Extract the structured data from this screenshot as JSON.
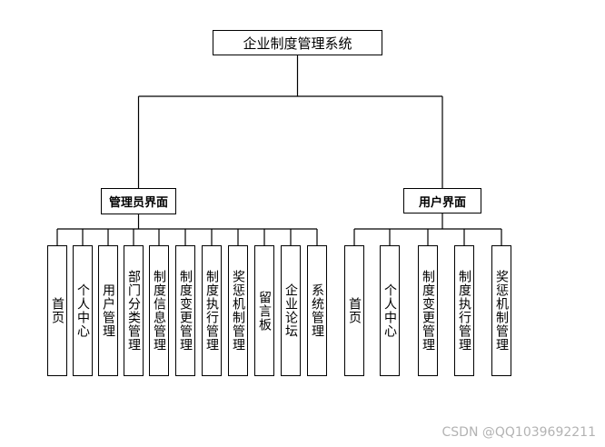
{
  "title": "企业制度管理系统",
  "branches": [
    {
      "label": "管理员界面",
      "items": [
        "首页",
        "个人中心",
        "用户管理",
        "部门分类管理",
        "制度信息管理",
        "制度变更管理",
        "制度执行管理",
        "奖惩机制管理",
        "留言板",
        "企业论坛",
        "系统管理"
      ]
    },
    {
      "label": "用户界面",
      "items": [
        "首页",
        "个人中心",
        "制度变更管理",
        "制度执行管理",
        "奖惩机制管理"
      ]
    }
  ],
  "watermark": "CSDN @QQ1039692211"
}
